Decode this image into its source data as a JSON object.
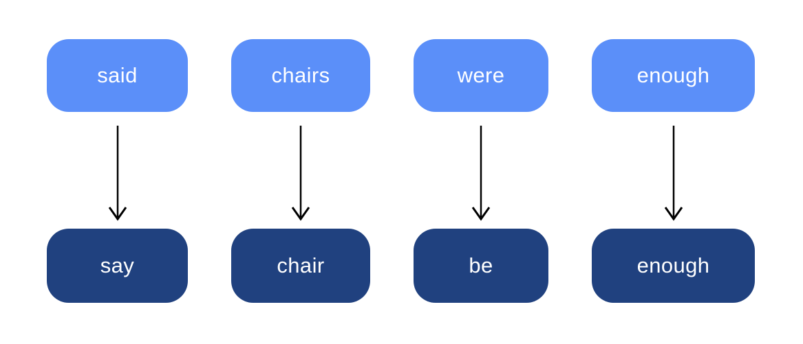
{
  "colors": {
    "source_box": "#5B8FF9",
    "lemma_box": "#20417F",
    "arrow": "#000000",
    "box_text": "#FFFFFF",
    "background": "#FFFFFF"
  },
  "arrow_icon": "down-arrow",
  "pairs": [
    {
      "source": "said",
      "lemma": "say"
    },
    {
      "source": "chairs",
      "lemma": "chair"
    },
    {
      "source": "were",
      "lemma": "be"
    },
    {
      "source": "enough",
      "lemma": "enough"
    }
  ]
}
